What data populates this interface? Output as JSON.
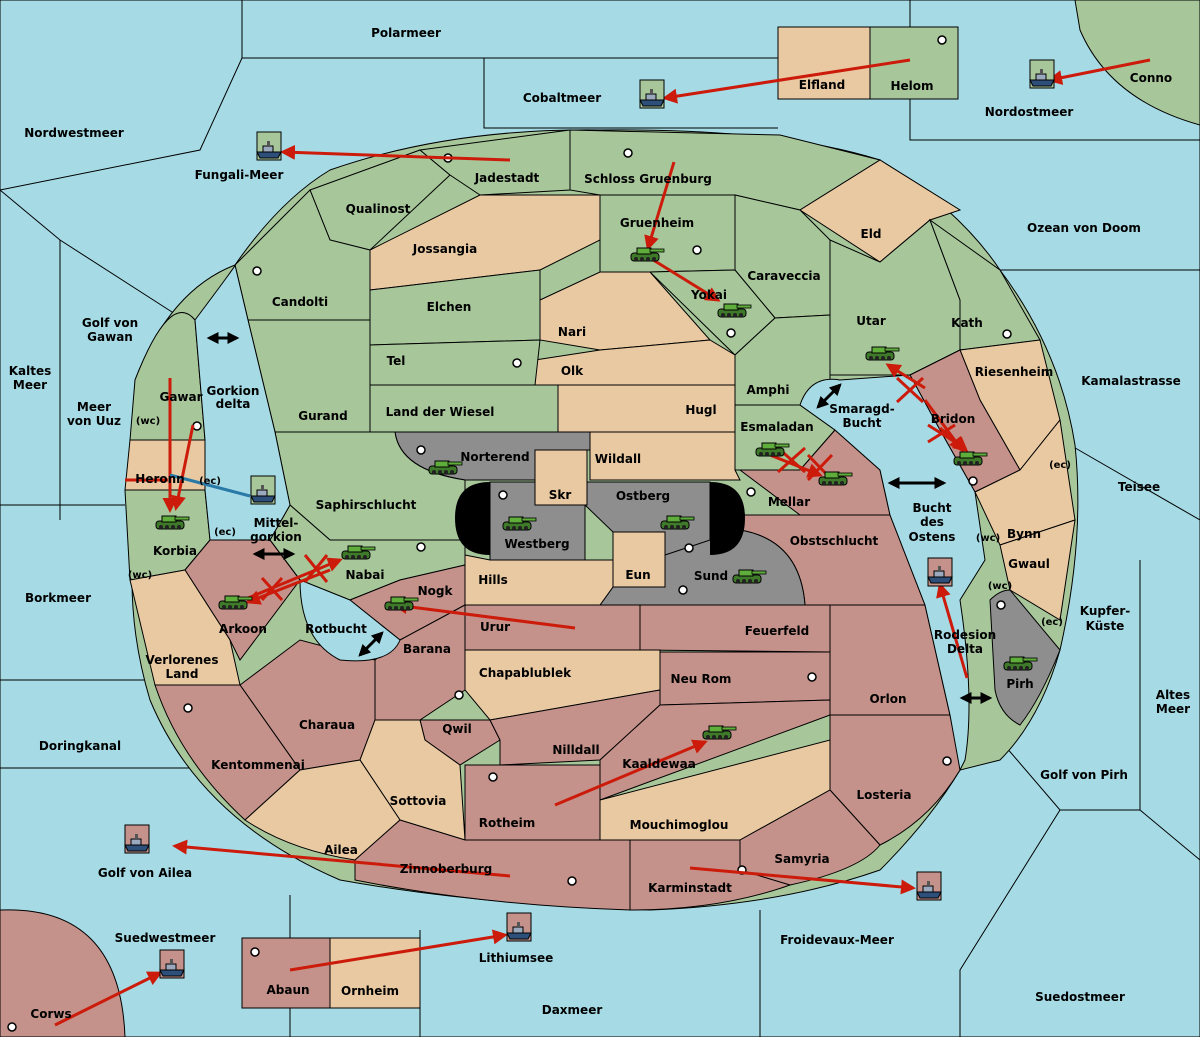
{
  "colors": {
    "sea": "#a6dbe6",
    "neutral": "#e8c9a2",
    "green_power": "#a7c79b",
    "red_power": "#c4928a",
    "grey_power": "#8e8e8e",
    "order_arrow": "#cc1b0a",
    "support_line": "#2a7aa8"
  },
  "icons": {
    "army": "tank-icon",
    "fleet": "ship-icon",
    "supply_center": "supply-center-dot",
    "convoy_link": "double-arrow-icon",
    "failed_order": "cross-mark-icon"
  },
  "labels": {
    "Polarmeer": "Polarmeer",
    "Cobaltmeer": "Cobaltmeer",
    "Elfland": "Elfland",
    "Helom": "Helom",
    "Nordostmeer": "Nordostmeer",
    "Conno": "Conno",
    "Nordwestmeer": "Nordwestmeer",
    "FungaliMeer": "Fungali-Meer",
    "Jadestadt": "Jadestadt",
    "SchlossGruenburg": "Schloss Gruenburg",
    "Qualinost": "Qualinost",
    "Jossangia": "Jossangia",
    "Gruenheim": "Gruenheim",
    "Eld": "Eld",
    "OzeanVonDoom": "Ozean von Doom",
    "Candolti": "Candolti",
    "Elchen": "Elchen",
    "Caraveccia": "Caraveccia",
    "Yokai": "Yokai",
    "Nari": "Nari",
    "Utar": "Utar",
    "Kath": "Kath",
    "GolfVonGawan": "Golf von\nGawan",
    "KaltesMeer": "Kaltes\nMeer",
    "Tel": "Tel",
    "Olk": "Olk",
    "Amphi": "Amphi",
    "Riesenheim": "Riesenheim",
    "Kamalastrasse": "Kamalastrasse",
    "GorkionDelta": "Gorkion\ndelta",
    "Gawar": "Gawar",
    "MeerVonUuz": "Meer\nvon Uuz",
    "Gurand": "Gurand",
    "LandDerWiesel": "Land der Wiesel",
    "Hugl": "Hugl",
    "SmaragdBucht": "Smaragd-\nBucht",
    "Bridon": "Bridon",
    "Esmaladan": "Esmaladan",
    "Norterend": "Norterend",
    "Wildall": "Wildall",
    "Heronn": "Heronn",
    "Teisee": "Teisee",
    "Skr": "Skr",
    "Ostberg": "Ostberg",
    "Mellar": "Mellar",
    "Saphirschlucht": "Saphirschlucht",
    "MittelGorkion": "Mittel-\ngorkion",
    "Korbia": "Korbia",
    "Westberg": "Westberg",
    "Obstschlucht": "Obstschlucht",
    "BuchtDesOstens": "Bucht\ndes\nOstens",
    "Bynn": "Bynn",
    "Gwaul": "Gwaul",
    "Nabai": "Nabai",
    "Eun": "Eun",
    "Sund": "Sund",
    "Hills": "Hills",
    "Borkmeer": "Borkmeer",
    "Nogk": "Nogk",
    "KupferKueste": "Kupfer-\nKüste",
    "Arkoon": "Arkoon",
    "Rotbucht": "Rotbucht",
    "Urur": "Urur",
    "Feuerfeld": "Feuerfeld",
    "RodesionDelta": "Rodesion\nDelta",
    "Barana": "Barana",
    "VerlorenesLand": "Verlorenes\nLand",
    "Chapablublek": "Chapablublek",
    "NeuRom": "Neu Rom",
    "Pirh": "Pirh",
    "AltesMeer": "Altes\nMeer",
    "Orlon": "Orlon",
    "Charaua": "Charaua",
    "Qwil": "Qwil",
    "Doringkanal": "Doringkanal",
    "Nilldall": "Nilldall",
    "Kaaldewaa": "Kaaldewaa",
    "Kentommenai": "Kentommenai",
    "GolfVonPirh": "Golf von Pirh",
    "Sottovia": "Sottovia",
    "Losteria": "Losteria",
    "Rotheim": "Rotheim",
    "Mouchimoglou": "Mouchimoglou",
    "Ailea": "Ailea",
    "Samyria": "Samyria",
    "GolfVonAilea": "Golf von Ailea",
    "Zinnoberburg": "Zinnoberburg",
    "Karminstadt": "Karminstadt",
    "Suedwestmeer": "Suedwestmeer",
    "Froidevaux": "Froidevaux-Meer",
    "Lithiumsee": "Lithiumsee",
    "Abaun": "Abaun",
    "Ornheim": "Ornheim",
    "Corws": "Corws",
    "Daxmeer": "Daxmeer",
    "Suedostmeer": "Suedostmeer",
    "wc1": "(wc)",
    "ec1": "(ec)",
    "ec2": "(ec)",
    "wc2": "(wc)",
    "ec3": "(ec)",
    "wc3": "(wc)",
    "wc4": "(wc)",
    "ec4": "(ec)"
  }
}
